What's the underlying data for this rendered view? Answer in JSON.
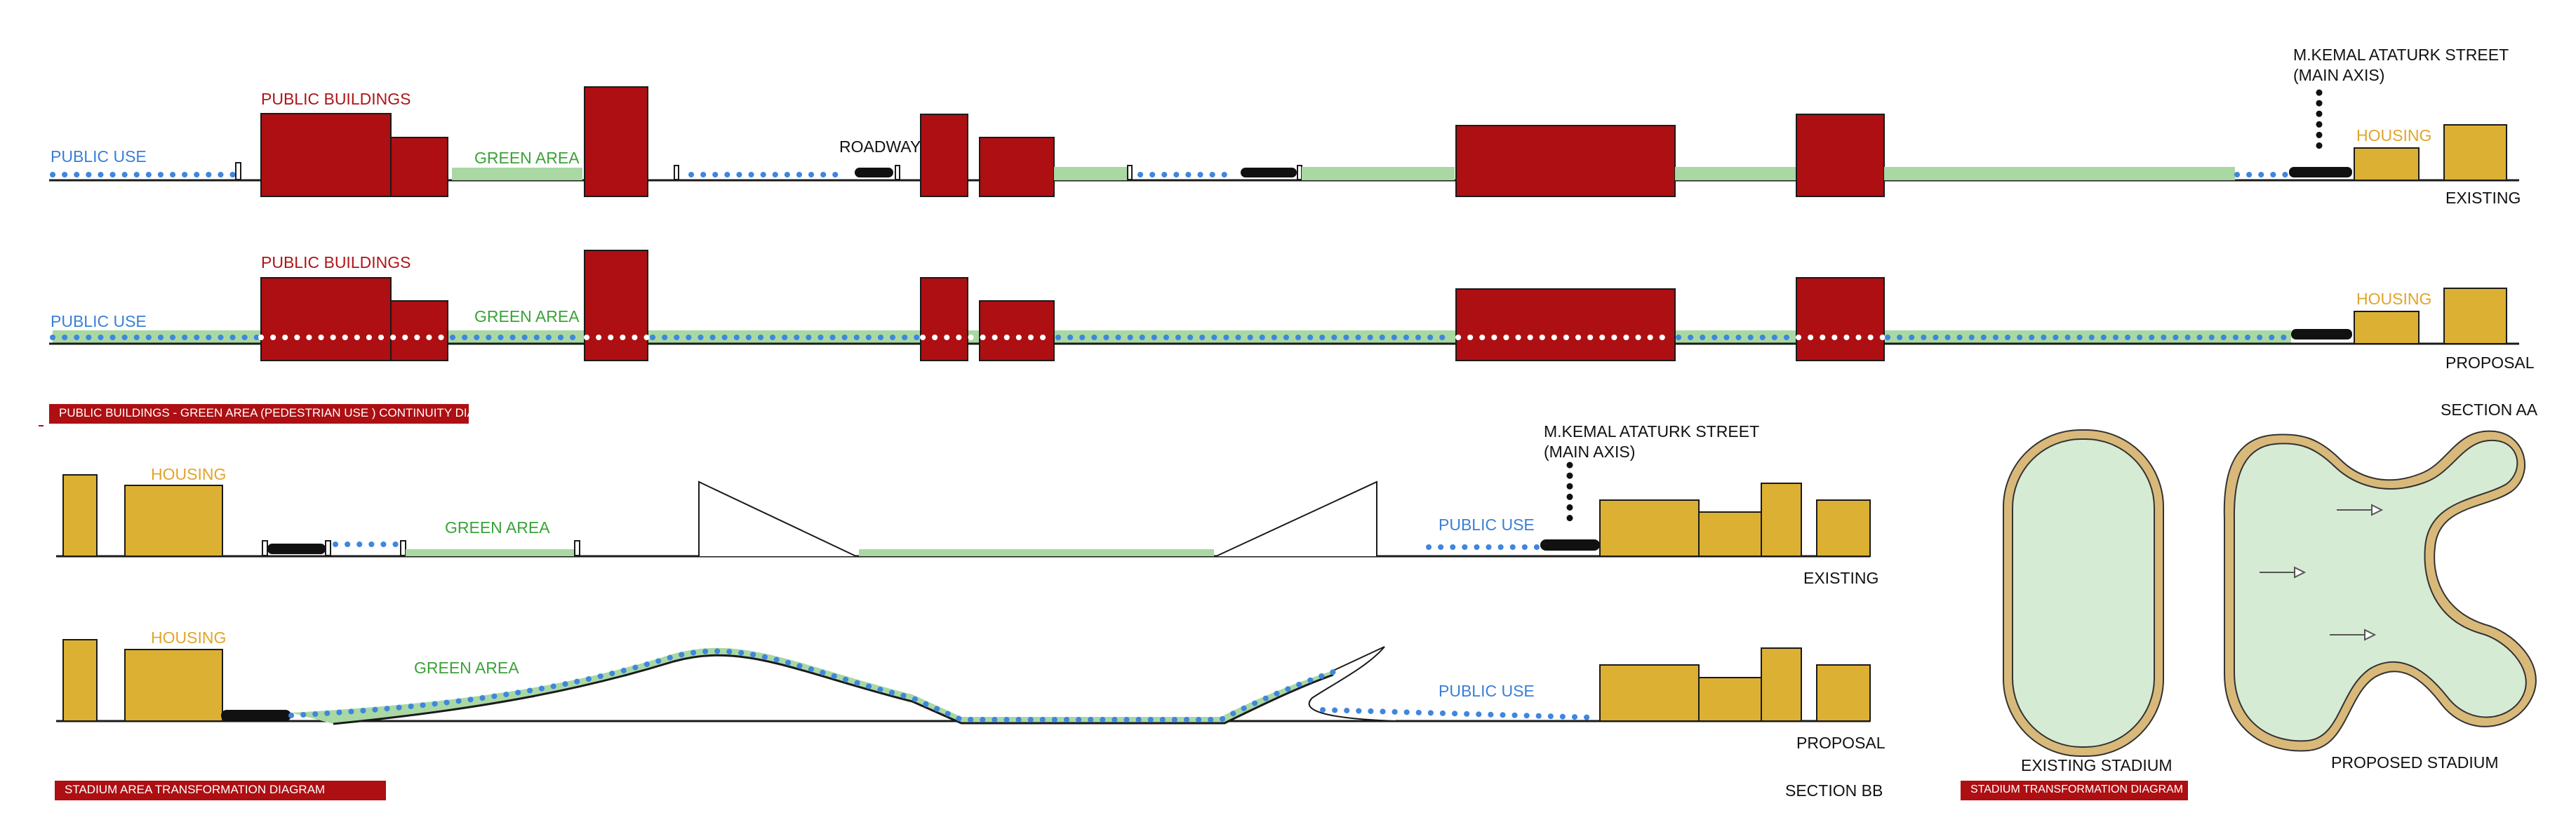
{
  "colors": {
    "public_building": "#ad0f12",
    "housing": "#dcb033",
    "green": "#a9d8a3",
    "stadium_fill": "#d6ebd4",
    "stadium_rim": "#d9b97a",
    "public_use_dots": "#3f86de",
    "public_use_text": "#3a7fd8",
    "green_text": "#3aa338",
    "housing_text": "#e0a52b",
    "public_buildings_text": "#b01418",
    "caption_bg": "#ad0f12"
  },
  "row1": {
    "public_use": "PUBLIC USE",
    "public_buildings": "PUBLIC BUILDINGS",
    "green_area": "GREEN AREA",
    "roadway": "ROADWAY",
    "street_line1": "M.KEMAL ATATURK STREET",
    "street_line2": "(MAIN AXIS)",
    "housing": "HOUSING",
    "state": "EXISTING"
  },
  "row2": {
    "public_use": "PUBLIC USE",
    "public_buildings": "PUBLIC BUILDINGS",
    "green_area": "GREEN AREA",
    "housing": "HOUSING",
    "state": "PROPOSAL"
  },
  "caption_continuity": "PUBLIC BUILDINGS - GREEN AREA (PEDESTRIAN USE ) CONTINUITY DIAGRAM",
  "row3": {
    "housing": "HOUSING",
    "green_area": "GREEN AREA",
    "street_line1": "M.KEMAL ATATURK STREET",
    "street_line2": "(MAIN AXIS)",
    "public_use": "PUBLIC USE",
    "state": "EXISTING"
  },
  "row4": {
    "housing": "HOUSING",
    "green_area": "GREEN AREA",
    "public_use": "PUBLIC USE",
    "state": "PROPOSAL"
  },
  "section_bb": "SECTION BB",
  "caption_stadium_area": "STADIUM AREA TRANSFORMATION DIAGRAM",
  "stadium": {
    "section_aa": "SECTION AA",
    "existing": "EXISTING  STADIUM",
    "proposed": "PROPOSED STADIUM",
    "caption": "STADIUM TRANSFORMATION DIAGRAM"
  }
}
